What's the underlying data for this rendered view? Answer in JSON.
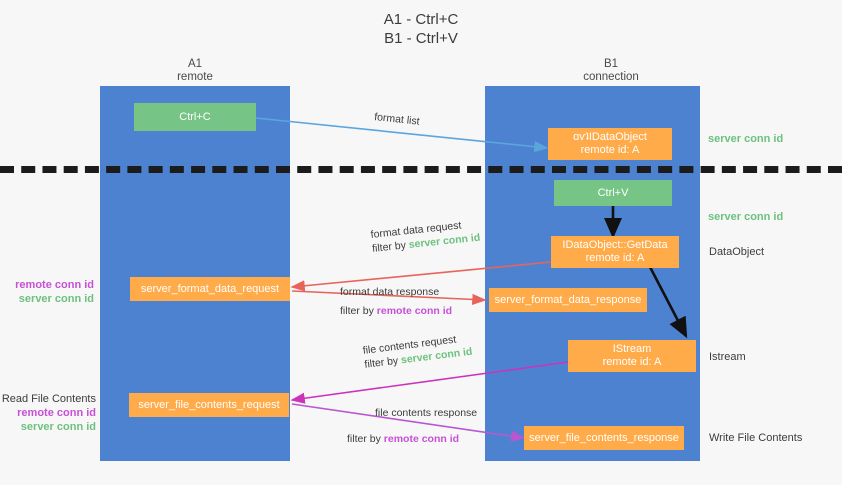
{
  "title": {
    "line1": "A1 - Ctrl+C",
    "line2": "B1 - Ctrl+V"
  },
  "lanes": [
    {
      "id": "a1",
      "title": "A1",
      "subtitle": "remote"
    },
    {
      "id": "b1",
      "title": "B1",
      "subtitle": "connection"
    }
  ],
  "nodes": {
    "ctrl_c": {
      "label": "Ctrl+C"
    },
    "idataobject": {
      "line1": "ɑⱱʇIDataObject",
      "line2": "remote id: A"
    },
    "ctrl_v": {
      "label": "Ctrl+V"
    },
    "getdata": {
      "line1": "IDataObject::GetData",
      "line2": "remote id: A"
    },
    "istream": {
      "line1": "IStream",
      "line2": "remote id: A"
    },
    "fmt_req": {
      "label": "server_format_data_request"
    },
    "fmt_resp": {
      "label": "server_format_data_response"
    },
    "file_req": {
      "label": "server_file_contents_request"
    },
    "file_resp": {
      "label": "server_file_contents_response"
    }
  },
  "annotations": {
    "format_list": {
      "text": "format list"
    },
    "fmt_data_request": {
      "line1": "format data request",
      "prefix": "filter by ",
      "em": "server conn id"
    },
    "fmt_data_response": {
      "line1": "format data response",
      "prefix": "filter by ",
      "em": "remote conn id"
    },
    "file_req_anno": {
      "line1": "file contents request",
      "prefix": "filter by ",
      "em": "server conn id"
    },
    "file_resp_anno": {
      "line1": "file contents response",
      "prefix": "filter by ",
      "em": "remote conn id"
    }
  },
  "side_labels": {
    "right_server_conn_top": {
      "text": "server conn id"
    },
    "right_server_conn_mid": {
      "text": "server conn id"
    },
    "right_dataobject": {
      "text": "DataObject"
    },
    "right_istream": {
      "text": "Istream"
    },
    "right_write_file": {
      "text": "Write File Contents"
    },
    "left_pair_upper": {
      "remote": "remote conn id",
      "server": "server conn id"
    },
    "left_read_file": {
      "heading": "Read File Contents",
      "remote": "remote conn id",
      "server": "server conn id"
    }
  },
  "colors": {
    "lane": "#4d82d1",
    "orange": "#ffab4a",
    "green": "#77c586",
    "green_text": "#6cc17f",
    "purple_text": "#c750d6",
    "blue_arrow": "#5ba5dd",
    "red_arrow": "#e8645a",
    "magenta_arrow": "#cc33bb",
    "purple_arrow": "#a855c8",
    "black_arrow": "#111111"
  }
}
